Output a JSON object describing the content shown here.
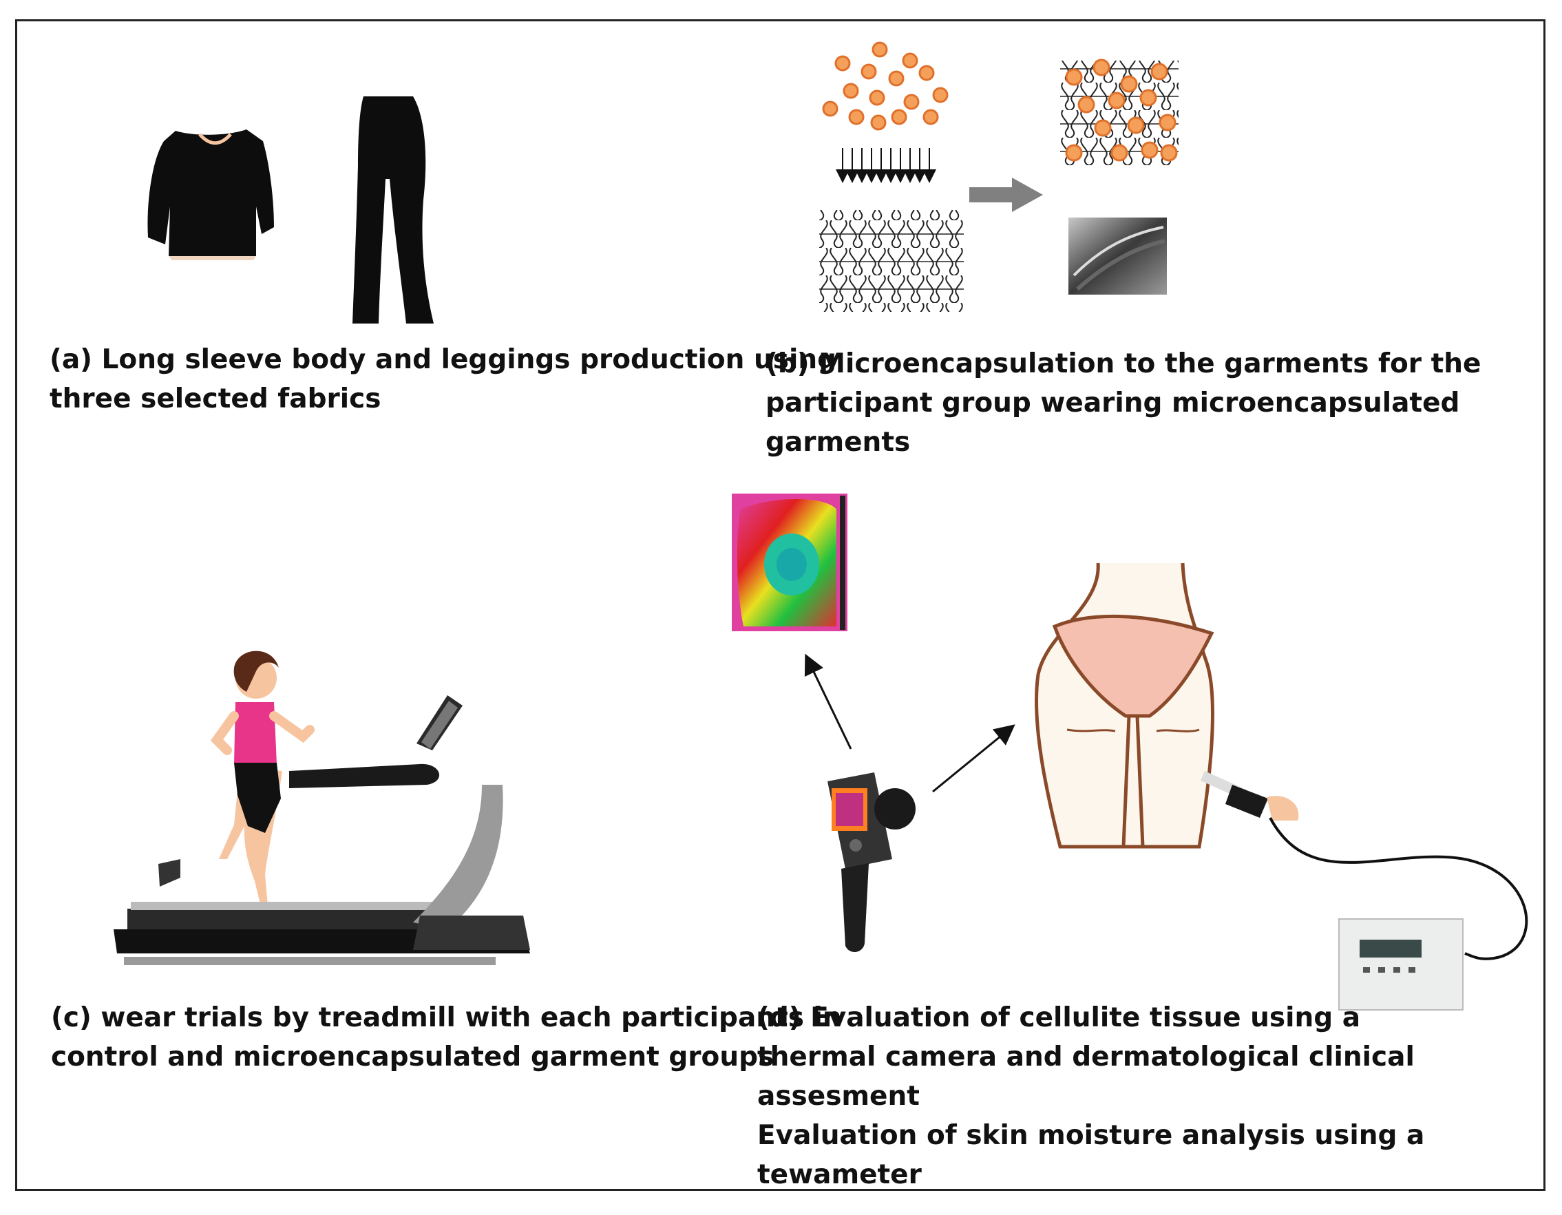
{
  "captions": {
    "a": {
      "line1": "(a) Long sleeve body and leggings production using",
      "line2": "three selected fabrics"
    },
    "b": {
      "line1": "(b) Microencapsulation to the garments for the",
      "line2": "participant group wearing microencapsulated",
      "line3": "garments"
    },
    "c": {
      "line1": "(c) wear trials by treadmill with each participants in",
      "line2": "control and microencapsulated garment groups"
    },
    "d": {
      "line1": "(d) Evaluation of cellulite tissue using a",
      "line2": "thermal camera and dermatological clinical",
      "line3": "assesment",
      "line4": "Evaluation of skin moisture analysis using a",
      "line5": "tewameter"
    }
  },
  "colors": {
    "frame": "#222222",
    "microcapsule": "#f5a05a",
    "microcapsule_edge": "#e0702a",
    "garment": "#0d0d0d",
    "thigh_outline": "#8a4a2a",
    "underwear": "#f5c0b0",
    "shirt": "#e8358a",
    "hair": "#5a2a18",
    "skin": "#f7c4a0",
    "treadmill_gray": "#9a9a9a"
  },
  "icons": [
    "shirt-icon",
    "leggings-icon",
    "microcapsule-icon",
    "knit-fabric-icon",
    "microscope-image-icon",
    "thermal-image-icon",
    "runner-icon",
    "treadmill-icon",
    "thermal-camera-icon",
    "thigh-illustration-icon",
    "tewameter-icon",
    "probe-icon",
    "arrow-icon"
  ]
}
